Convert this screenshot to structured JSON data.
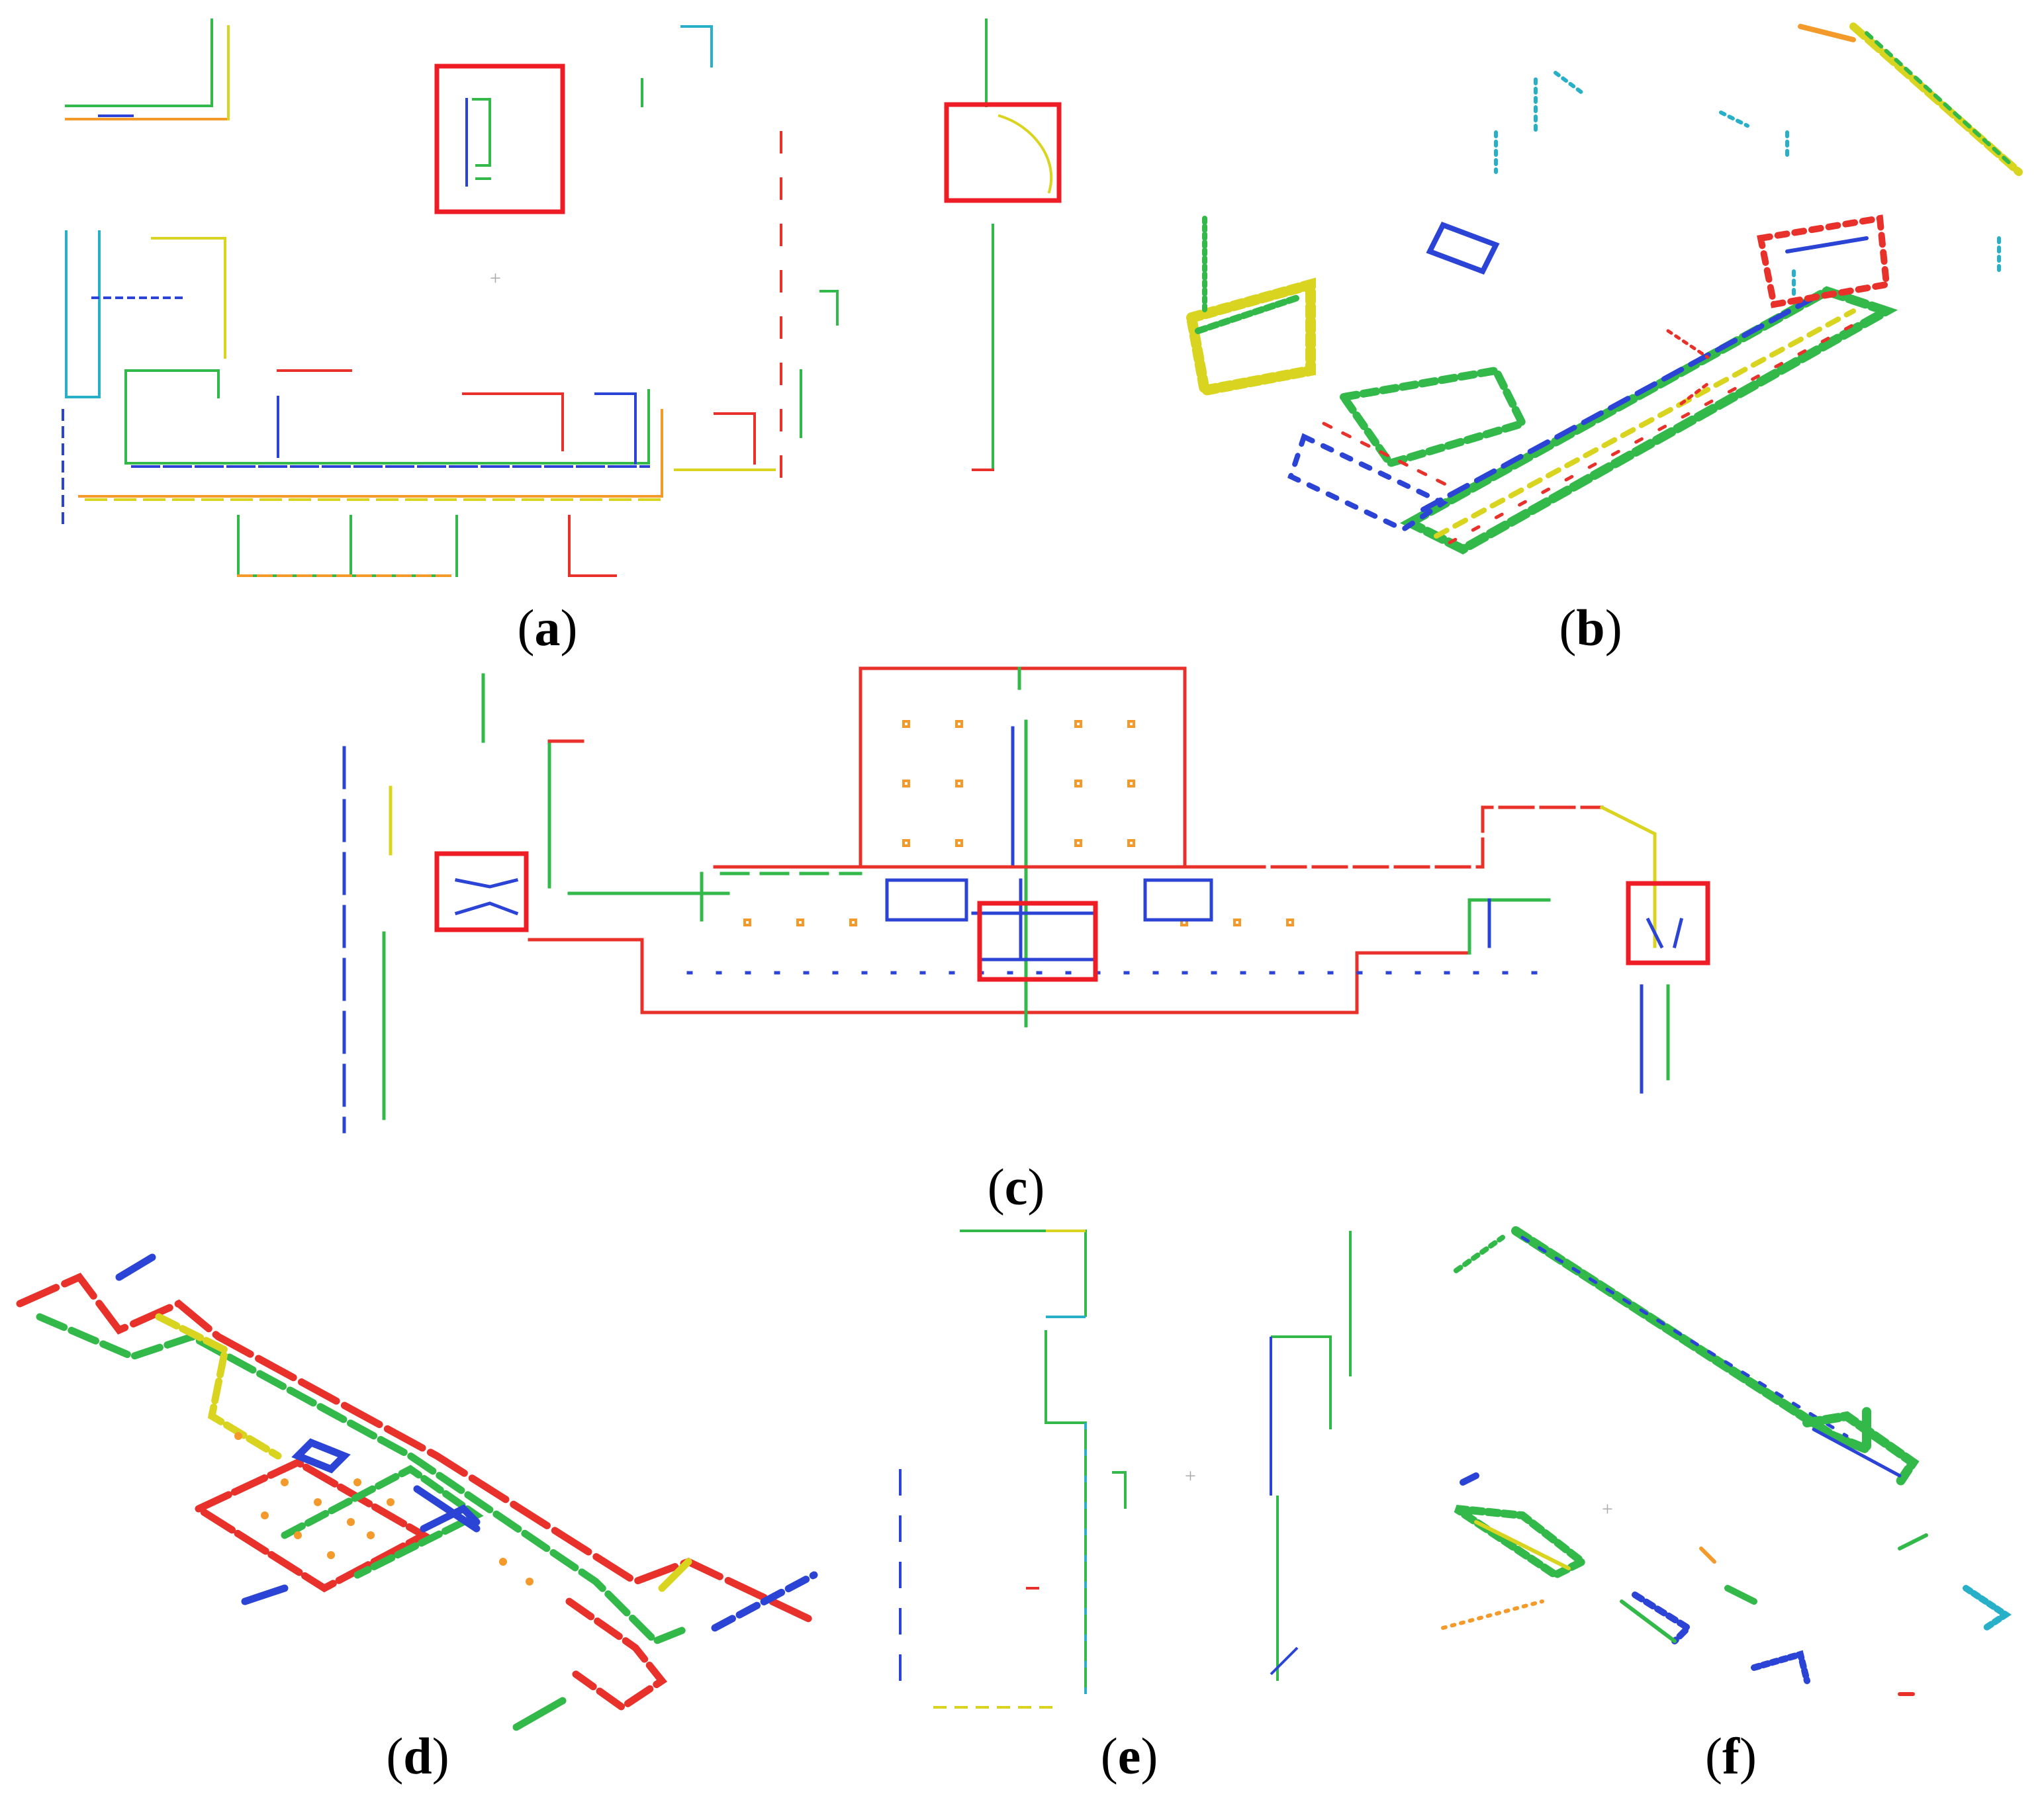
{
  "figure": {
    "panels": [
      {
        "id": "a",
        "caption": "a",
        "view": "top-down floor plan",
        "highlight_count": 2
      },
      {
        "id": "b",
        "caption": "b",
        "view": "oblique 3D point cloud"
      },
      {
        "id": "c",
        "caption": "c",
        "view": "top-down floor plan",
        "highlight_count": 3
      },
      {
        "id": "d",
        "caption": "d",
        "view": "oblique 3D point cloud"
      },
      {
        "id": "e",
        "caption": "e",
        "view": "top-down floor plan"
      },
      {
        "id": "f",
        "caption": "f",
        "view": "oblique 3D point cloud"
      }
    ],
    "paren_open": "(",
    "paren_close": ")"
  },
  "colors": {
    "highlight_box": "#ee1c24",
    "points_red": "#e8312a",
    "points_orange": "#f39a2b",
    "points_yellow": "#d9d420",
    "points_green": "#33b84a",
    "points_cyan": "#29b0c9",
    "points_blue": "#2b44d6",
    "background": "#ffffff"
  }
}
